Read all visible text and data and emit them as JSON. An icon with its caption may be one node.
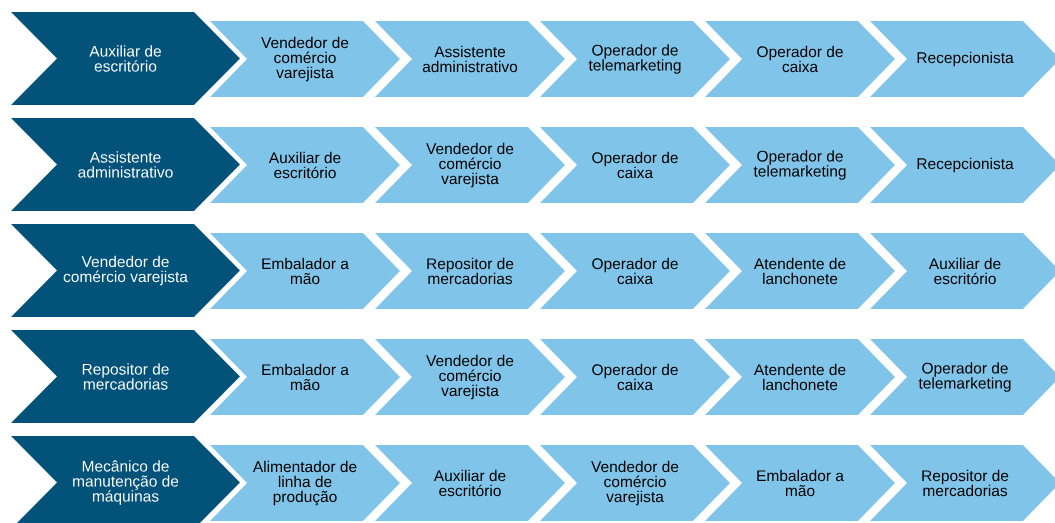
{
  "diagram": {
    "nodes": [
      {
        "text": [
          "Auxiliar de escritório"
        ]
      },
      {
        "text": [
          "Vendedor de comércio varejista"
        ]
      },
      {
        "text": [
          "Assistente administrativo"
        ]
      },
      {
        "text": [
          "Operador de telemarketing"
        ]
      },
      {
        "text": [
          "Operador de caixa"
        ]
      },
      {
        "text": [
          "Recepcionista"
        ]
      },
      {
        "text": [
          "Assistente administrativo"
        ]
      },
      {
        "text": [
          "Auxiliar de escritório"
        ]
      },
      {
        "text": [
          "Vendedor de comércio varejista"
        ]
      },
      {
        "text": [
          "Operador de caixa"
        ]
      },
      {
        "text": [
          "Operador de telemarketing"
        ]
      },
      {
        "text": [
          "Recepcionista"
        ]
      },
      {
        "text": [
          "Vendedor de comércio varejista"
        ]
      },
      {
        "text": [
          "Embalador a mão"
        ]
      },
      {
        "text": [
          "Repositor de mercadorias"
        ]
      },
      {
        "text": [
          "Operador de caixa"
        ]
      },
      {
        "text": [
          "Atendente de lanchonete"
        ]
      },
      {
        "text": [
          "Auxiliar de escritório"
        ]
      },
      {
        "text": [
          "Repositor de mercadorias"
        ]
      },
      {
        "text": [
          "Embalador a mão"
        ]
      },
      {
        "text": [
          "Vendedor de comércio varejista"
        ]
      },
      {
        "text": [
          "Operador de caixa"
        ]
      },
      {
        "text": [
          "Atendente de lanchonete"
        ]
      },
      {
        "text": [
          "Operador de telemarketing"
        ]
      },
      {
        "text": [
          "Mecânico de manutenção de máquinas"
        ]
      },
      {
        "text": [
          "Alimentador de linha de produção"
        ]
      },
      {
        "text": [
          "Auxiliar de escritório"
        ]
      },
      {
        "text": [
          "Vendedor de comércio varejista"
        ]
      },
      {
        "text": [
          "Embalador a mão"
        ]
      },
      {
        "text": [
          "Repositor de mercadorias"
        ]
      }
    ]
  }
}
